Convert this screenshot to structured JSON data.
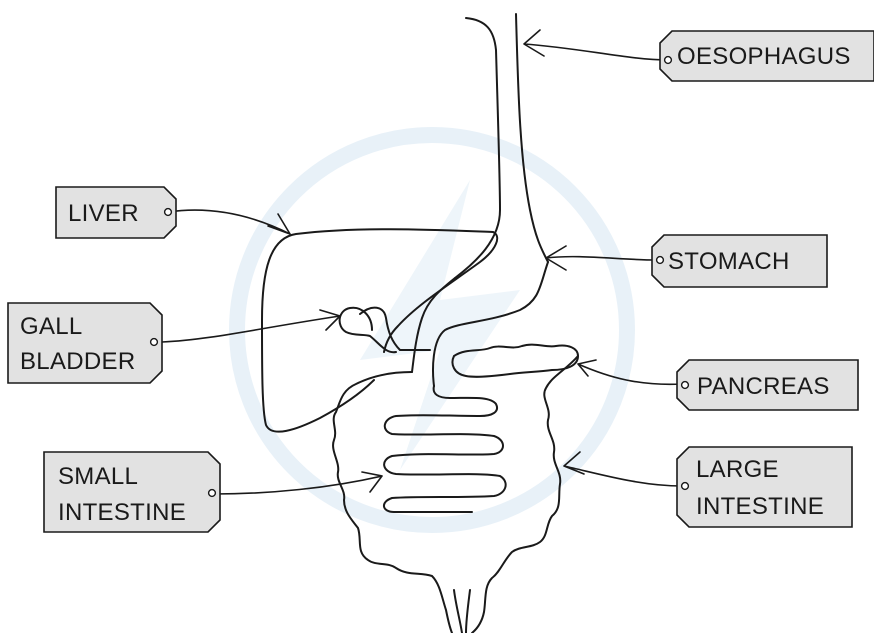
{
  "labels": {
    "oesophagus": [
      "OESOPHAGUS"
    ],
    "liver": [
      "LIVER"
    ],
    "stomach": [
      "STOMACH"
    ],
    "gall_bladder": [
      "GALL",
      "BLADDER"
    ],
    "pancreas": [
      "PANCREAS"
    ],
    "small_intestine": [
      "SMALL",
      "INTESTINE"
    ],
    "large_intestine": [
      "LARGE",
      "INTESTINE"
    ]
  },
  "colors": {
    "tag_fill": "#e2e2e2",
    "stroke": "#1a1a1a",
    "watermark": "#e8f1f8"
  }
}
